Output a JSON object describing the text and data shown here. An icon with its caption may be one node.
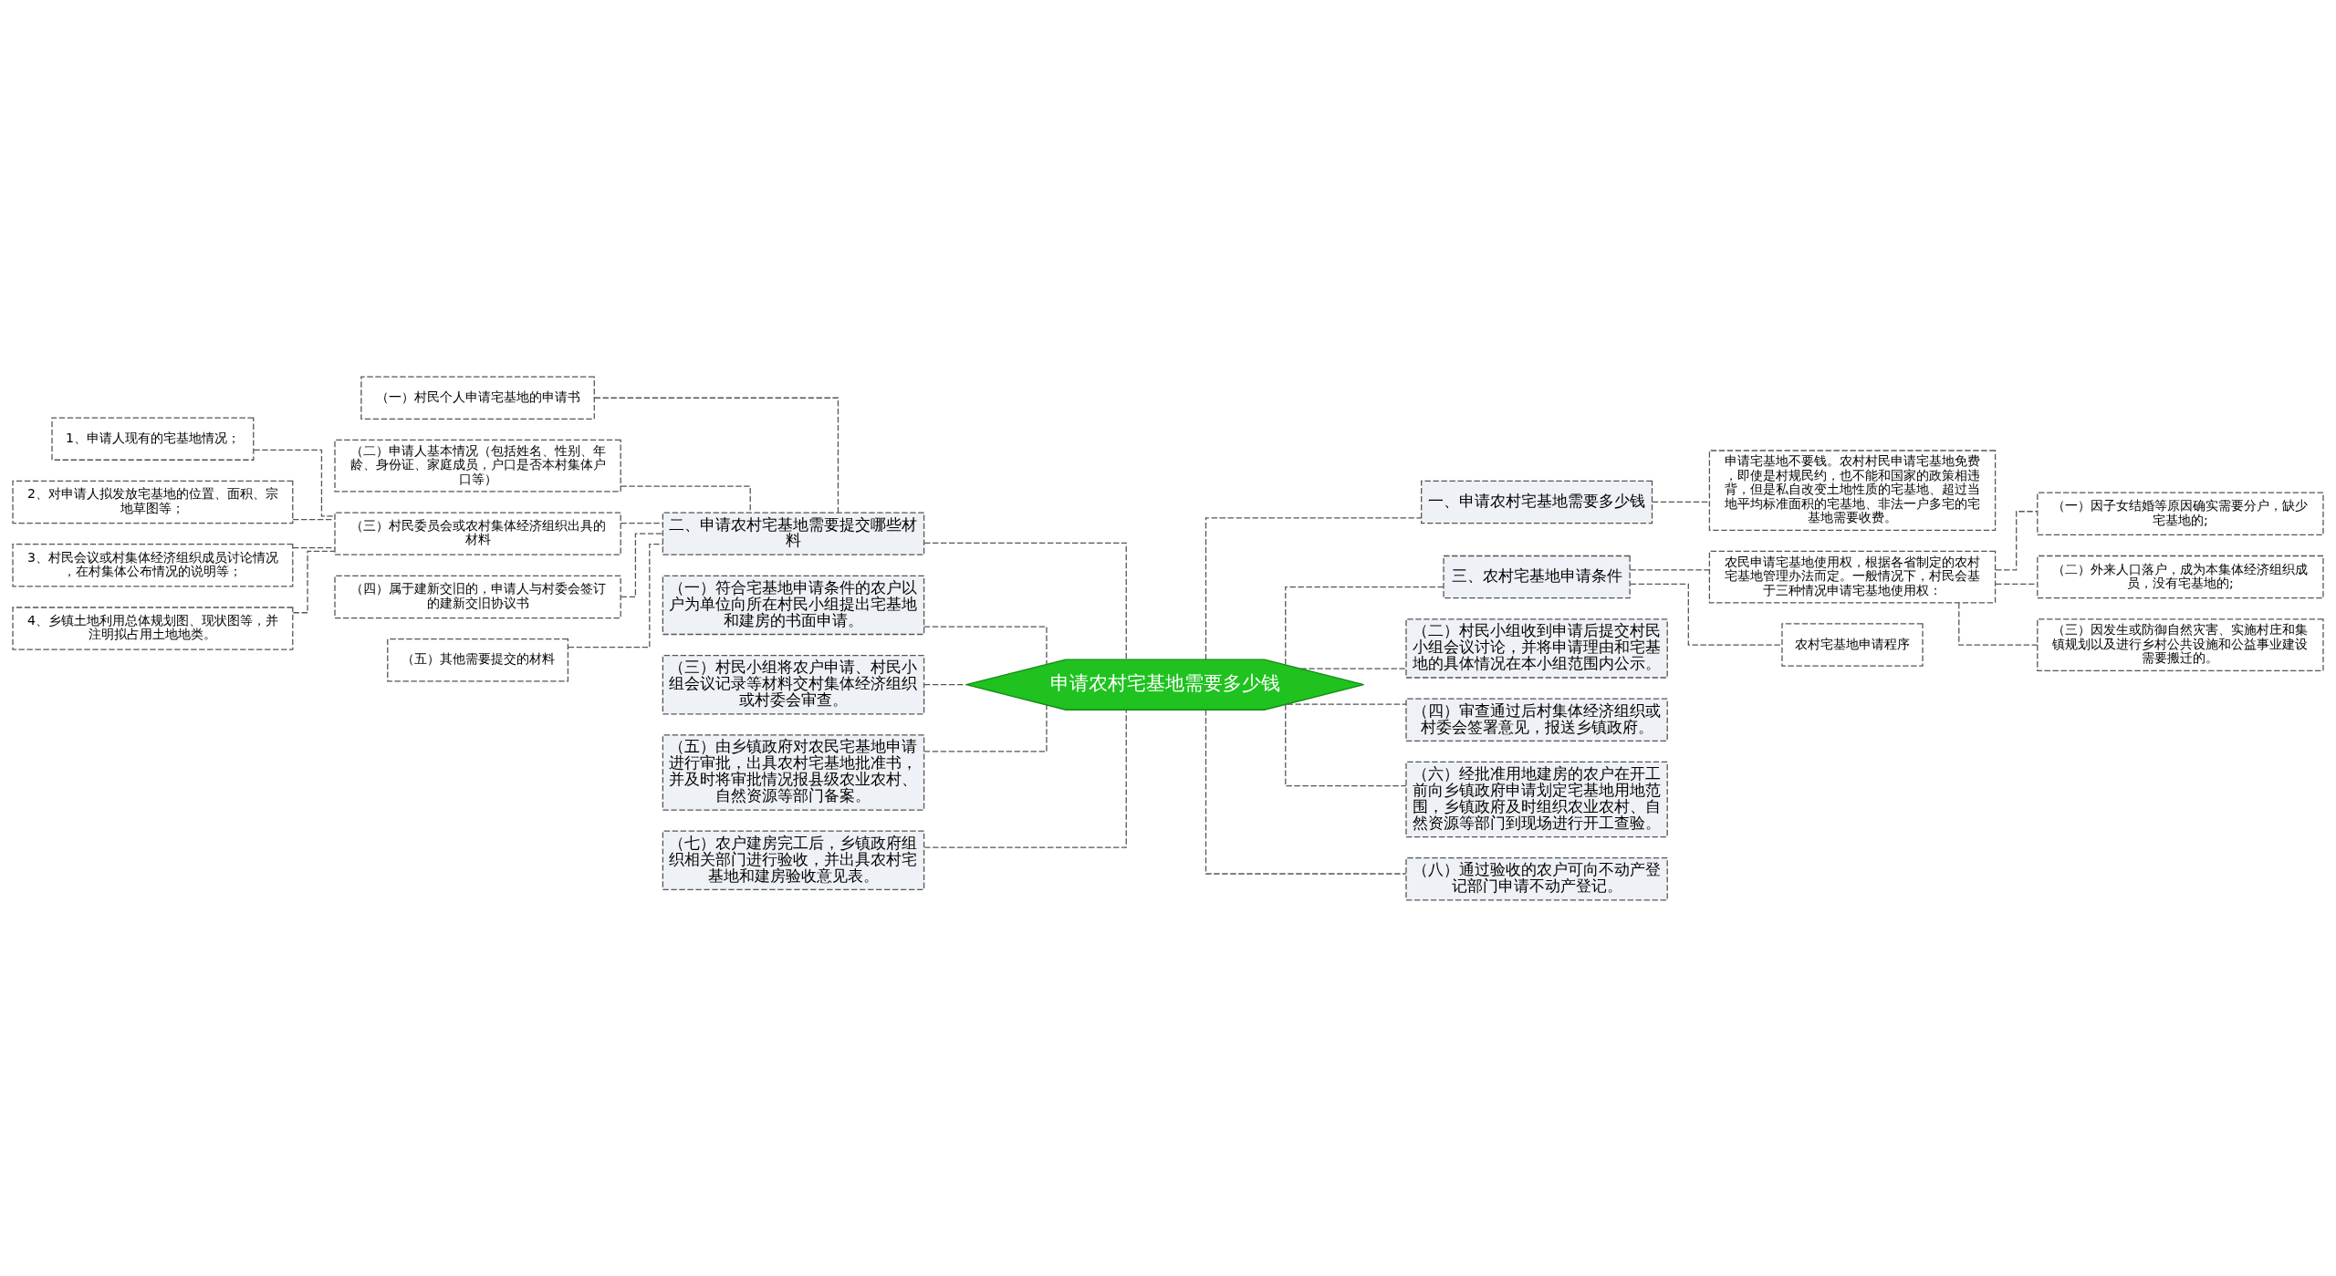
{
  "diagram": {
    "nodes": [
      {
        "text": [
          "申请农村宅基地需要多少钱"
        ]
      },
      {
        "text": [
          "二、申请农村宅基地需要提交哪些材料"
        ]
      },
      {
        "text": [
          "（一）村民个人申请宅基地的申请书"
        ]
      },
      {
        "text": [
          "（二）申请人基本情况（包括姓名、性别、年龄、身份证、家庭成员，户口是否本村集体户口等）"
        ]
      },
      {
        "text": [
          "（三）村民委员会或农村集体经济组织出具的材料"
        ]
      },
      {
        "text": [
          "1、申请人现有的宅基地情况；"
        ]
      },
      {
        "text": [
          "2、对申请人拟发放宅基地的位置、面积、宗地草图等；"
        ]
      },
      {
        "text": [
          "3、村民会议或村集体经济组织成员讨论情况，在村集体公布情况的说明等；"
        ]
      },
      {
        "text": [
          "4、乡镇土地利用总体规划图、现状图等，并注明拟占用土地地类。"
        ]
      },
      {
        "text": [
          "（四）属于建新交旧的，申请人与村委会签订的建新交旧协议书"
        ]
      },
      {
        "text": [
          "（五）其他需要提交的材料"
        ]
      },
      {
        "text": [
          "（一）符合宅基地申请条件的农户以户为单位向所在村民小组提出宅基地和建房的书面申请。"
        ]
      },
      {
        "text": [
          "（三）村民小组将农户申请、村民小组会议记录等材料交村集体经济组织或村委会审查。"
        ]
      },
      {
        "text": [
          "（五）由乡镇政府对农民宅基地申请进行审批，出具农村宅基地批准书，并及时将审批情况报县级农业农村、自然资源等部门备案。"
        ]
      },
      {
        "text": [
          "（七）农户建房完工后，乡镇政府组织相关部门进行验收，并出具农村宅基地和建房验收意见表。"
        ]
      },
      {
        "text": [
          "一、申请农村宅基地需要多少钱"
        ]
      },
      {
        "text": [
          "申请宅基地不要钱。农村村民申请宅基地免费，即使是村规民约，也不能和国家的政策相违背，但是私自改变土地性质的宅基地、超过当地平均标准面积的宅基地、非法一户多宅的宅基地需要收费。"
        ]
      },
      {
        "text": [
          "三、农村宅基地申请条件"
        ]
      },
      {
        "text": [
          "农民申请宅基地使用权，根据各省制定的农村宅基地管理办法而定。一般情况下，村民会基于三种情况申请宅基地使用权："
        ]
      },
      {
        "text": [
          "（一）因子女结婚等原因确实需要分户，缺少宅基地的;"
        ]
      },
      {
        "text": [
          "（二）外来人口落户，成为本集体经济组织成员，没有宅基地的;"
        ]
      },
      {
        "text": [
          "（三）因发生或防御自然灾害、实施村庄和集镇规划以及进行乡村公共设施和公益事业建设需要搬迁的。"
        ]
      },
      {
        "text": [
          "农村宅基地申请程序"
        ]
      },
      {
        "text": [
          "（二）村民小组收到申请后提交村民小组会议讨论，并将申请理由和宅基地的具体情况在本小组范围内公示。"
        ]
      },
      {
        "text": [
          "（四）审查通过后村集体经济组织或村委会签署意见，报送乡镇政府。"
        ]
      },
      {
        "text": [
          "（六）经批准用地建房的农户在开工前向乡镇政府申请划定宅基地用地范围，乡镇政府及时组织农业农村、自然资源等部门到现场进行开工查验。"
        ]
      },
      {
        "text": [
          "（八）通过验收的农户可向不动产登记部门申请不动产登记。"
        ]
      }
    ],
    "edges": [
      {
        "from": 1,
        "to": 0,
        "arrow": "none"
      },
      {
        "from": 2,
        "to": 1,
        "arrow": "none"
      },
      {
        "from": 3,
        "to": 1,
        "arrow": "none"
      },
      {
        "from": 4,
        "to": 1,
        "arrow": "none"
      },
      {
        "from": 5,
        "to": 4,
        "arrow": "none"
      },
      {
        "from": 6,
        "to": 4,
        "arrow": "none"
      },
      {
        "from": 7,
        "to": 4,
        "arrow": "none"
      },
      {
        "from": 8,
        "to": 4,
        "arrow": "none"
      },
      {
        "from": 9,
        "to": 1,
        "arrow": "none"
      },
      {
        "from": 10,
        "to": 1,
        "arrow": "none"
      },
      {
        "from": 11,
        "to": 0,
        "arrow": "none"
      },
      {
        "from": 12,
        "to": 0,
        "arrow": "none"
      },
      {
        "from": 13,
        "to": 0,
        "arrow": "none"
      },
      {
        "from": 14,
        "to": 0,
        "arrow": "none"
      },
      {
        "from": 0,
        "to": 15,
        "arrow": "none"
      },
      {
        "from": 15,
        "to": 16,
        "arrow": "none"
      },
      {
        "from": 0,
        "to": 17,
        "arrow": "none"
      },
      {
        "from": 17,
        "to": 18,
        "arrow": "none"
      },
      {
        "from": 18,
        "to": 19,
        "arrow": "none"
      },
      {
        "from": 18,
        "to": 20,
        "arrow": "none"
      },
      {
        "from": 18,
        "to": 21,
        "arrow": "none"
      },
      {
        "from": 17,
        "to": 22,
        "arrow": "none"
      },
      {
        "from": 0,
        "to": 23,
        "arrow": "none"
      },
      {
        "from": 0,
        "to": 24,
        "arrow": "none"
      },
      {
        "from": 0,
        "to": 25,
        "arrow": "none"
      },
      {
        "from": 0,
        "to": 26,
        "arrow": "none"
      }
    ]
  }
}
